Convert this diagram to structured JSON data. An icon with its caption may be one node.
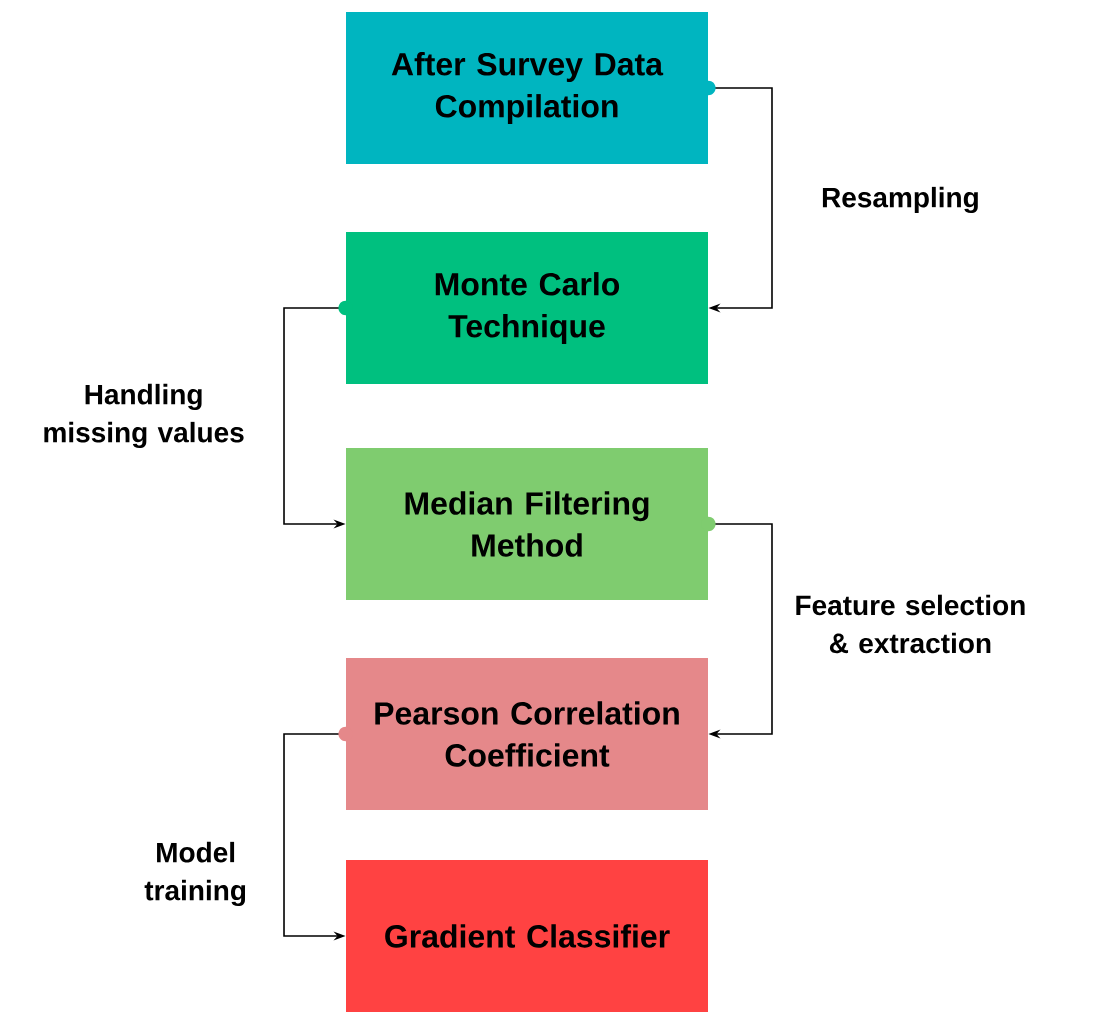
{
  "diagram": {
    "nodes": [
      {
        "text": [
          "After Survey Data Compilation"
        ]
      },
      {
        "text": [
          "Monte Carlo Technique"
        ]
      },
      {
        "text": [
          "Median Filtering Method"
        ]
      },
      {
        "text": [
          "Pearson Correlation Coefficient"
        ]
      },
      {
        "text": [
          "Gradient Classifier"
        ]
      }
    ],
    "edges": [
      {
        "from": 0,
        "to": 1,
        "arrow": "to",
        "label": "Resampling"
      },
      {
        "from": 1,
        "to": 2,
        "arrow": "to",
        "label": "Handling missing values"
      },
      {
        "from": 2,
        "to": 3,
        "arrow": "to",
        "label": "Feature selection & extraction"
      },
      {
        "from": 3,
        "to": 4,
        "arrow": "to",
        "label": "Model training"
      }
    ]
  }
}
